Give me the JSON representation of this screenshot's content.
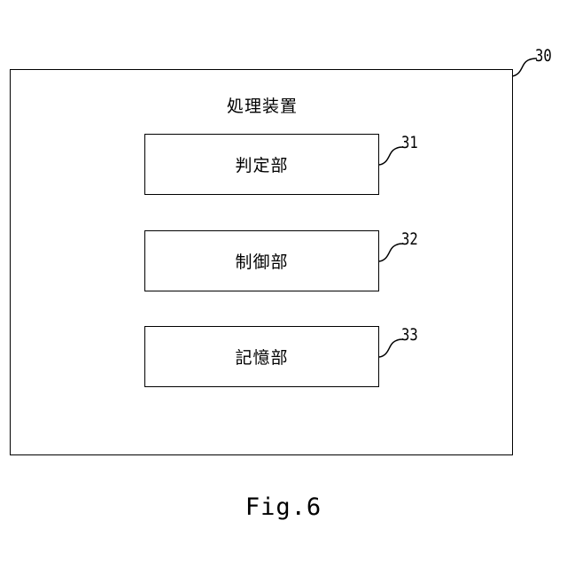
{
  "device": {
    "title": "処理装置",
    "ref": "30"
  },
  "units": [
    {
      "label": "判定部",
      "ref": "31"
    },
    {
      "label": "制御部",
      "ref": "32"
    },
    {
      "label": "記憶部",
      "ref": "33"
    }
  ],
  "caption": "Fig.6"
}
